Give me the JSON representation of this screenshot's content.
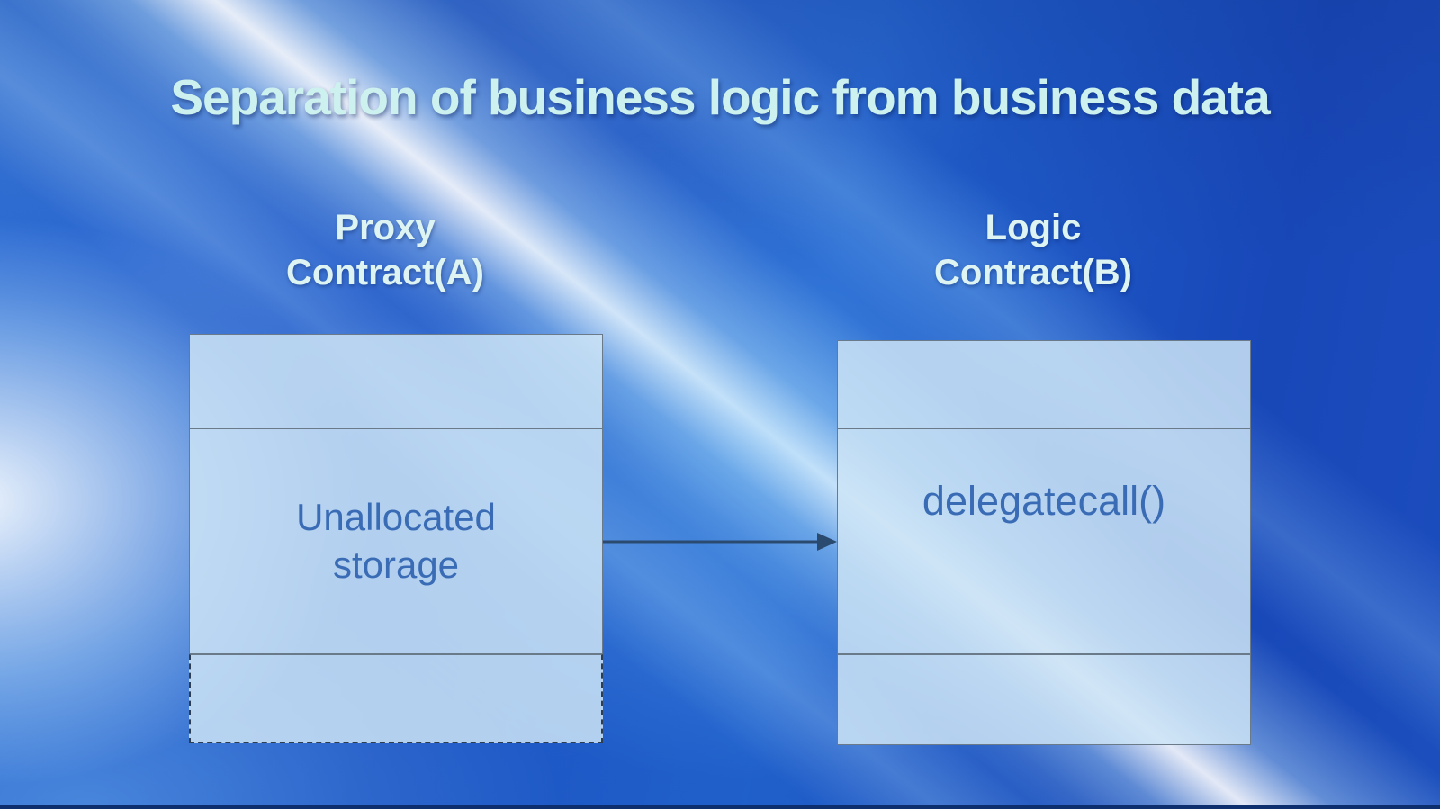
{
  "title": "Separation of business logic from business data",
  "boxes": {
    "proxy": {
      "label": "Proxy\nContract(A)",
      "body_text": "Unallocated\nstorage",
      "extension_border": "dashed"
    },
    "logic": {
      "label": "Logic\nContract(B)",
      "body_text": "delegatecall()",
      "extension_border": "solid"
    }
  },
  "arrow": {
    "from": "Proxy Contract(A)",
    "to": "Logic Contract(B)",
    "direction": "right"
  },
  "colors": {
    "background_base": "#1d55c6",
    "title_text": "#cdf1ee",
    "contract_label_text": "#ddf4f2",
    "box_fill": "rgba(205, 228, 246, 0.85)",
    "box_border": "#6b7a88",
    "box_divider": "#6a7a88",
    "box_body_text": "#3a6cb6",
    "arrow": "#2b4a70",
    "dashed_border": "#2f3e4e",
    "bottom_strip": "#0e2f6d"
  }
}
